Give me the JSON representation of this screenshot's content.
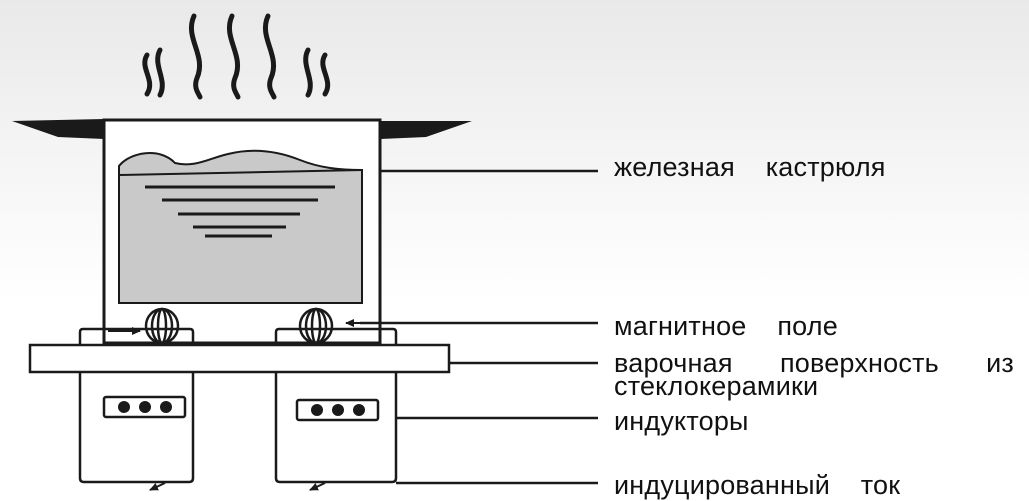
{
  "labels": {
    "pot": "железная    кастрюля",
    "magnetic_field": "магнитное    поле",
    "surface_words": [
      "варочная",
      "поверхность",
      "из"
    ],
    "surface_line2": "стеклокерамики",
    "inductors": "индукторы",
    "induced_current": "индуцированный    ток"
  },
  "colors": {
    "line": "#1a1a1a",
    "liquid": "#c9c9c9",
    "background_top": "#e9e9e9",
    "background_bottom": "#ffffff"
  }
}
